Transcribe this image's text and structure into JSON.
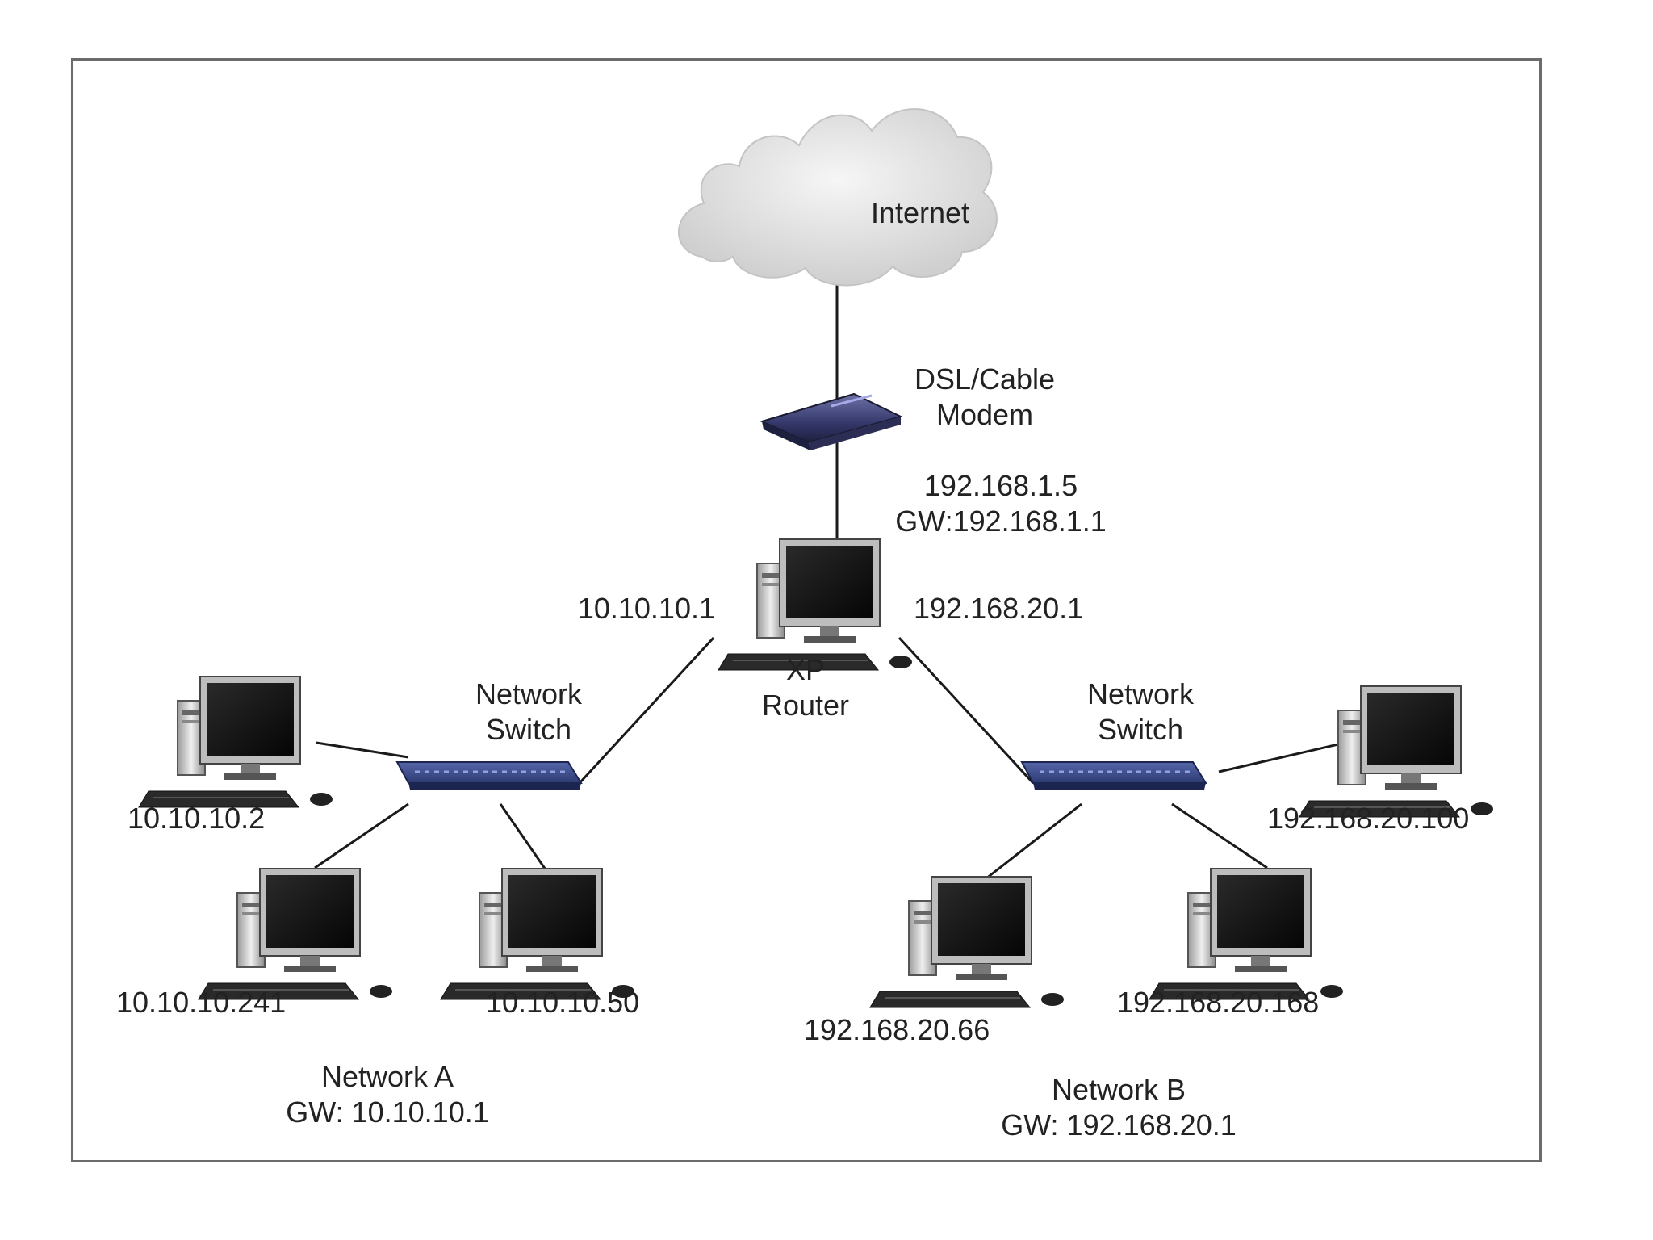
{
  "internet": {
    "label": "Internet"
  },
  "modem": {
    "line1": "DSL/Cable",
    "line2": "Modem"
  },
  "router": {
    "wan_ip": "192.168.1.5",
    "wan_gw": "GW:192.168.1.1",
    "lan_a_ip": "10.10.10.1",
    "lan_b_ip": "192.168.20.1",
    "name_line1": "XP",
    "name_line2": "Router"
  },
  "switch_a": {
    "line1": "Network",
    "line2": "Switch"
  },
  "switch_b": {
    "line1": "Network",
    "line2": "Switch"
  },
  "network_a": {
    "name": "Network A",
    "gw": "GW: 10.10.10.1",
    "hosts": [
      "10.10.10.2",
      "10.10.10.241",
      "10.10.10.50"
    ]
  },
  "network_b": {
    "name": "Network B",
    "gw": "GW: 192.168.20.1",
    "hosts": [
      "192.168.20.100",
      "192.168.20.66",
      "192.168.20.168"
    ]
  },
  "colors": {
    "frame": "#6b6b6b",
    "switch": "#3b4a8a",
    "modem": "#3a3d6e",
    "monitor_screen": "#101010",
    "case": "#d8d8d8",
    "cloud": "#d7d7d7"
  }
}
